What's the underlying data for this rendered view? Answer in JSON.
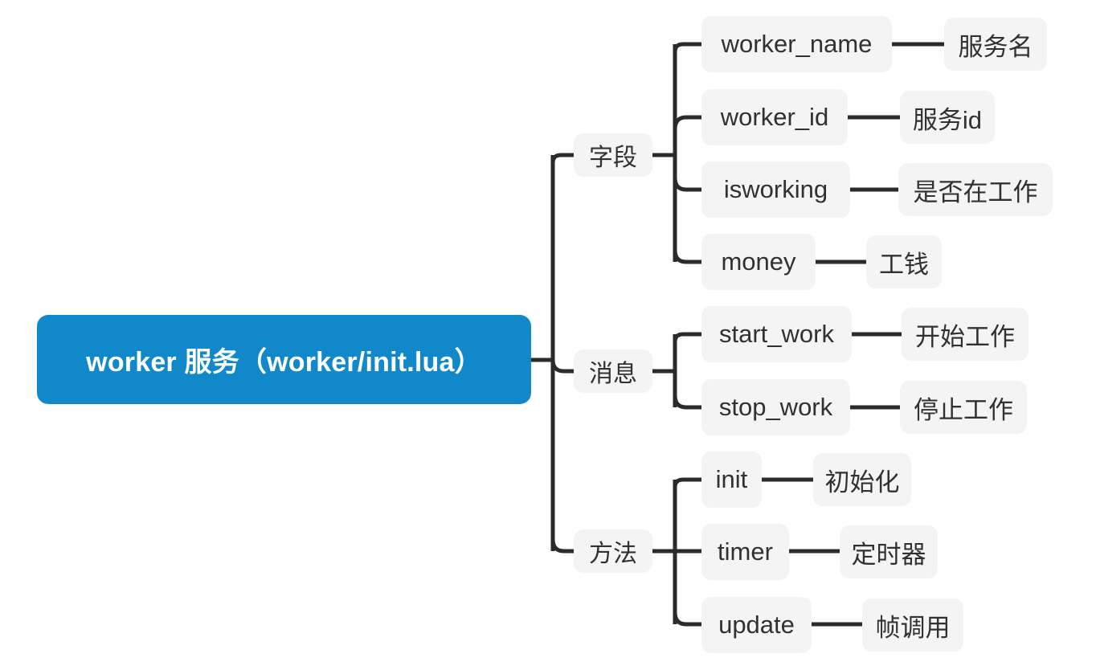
{
  "diagram": {
    "type": "mindmap",
    "title": "worker 服务（worker/init.lua）",
    "orientation": "left-to-right",
    "colors": {
      "root_fill": "#1088c9",
      "root_text": "#ffffff",
      "node_fill": "#f4f4f4",
      "node_text": "#33302f",
      "connector": "#2b2b2b",
      "background": "#ffffff"
    },
    "root": {
      "label": "worker 服务（worker/init.lua）"
    },
    "branches": [
      {
        "label": "字段",
        "children": [
          {
            "name": "worker_name",
            "desc": "服务名"
          },
          {
            "name": "worker_id",
            "desc": "服务id"
          },
          {
            "name": "isworking",
            "desc": "是否在工作"
          },
          {
            "name": "money",
            "desc": "工钱"
          }
        ]
      },
      {
        "label": "消息",
        "children": [
          {
            "name": "start_work",
            "desc": "开始工作"
          },
          {
            "name": "stop_work",
            "desc": "停止工作"
          }
        ]
      },
      {
        "label": "方法",
        "children": [
          {
            "name": "init",
            "desc": "初始化"
          },
          {
            "name": "timer",
            "desc": "定时器"
          },
          {
            "name": "update",
            "desc": "帧调用"
          }
        ]
      }
    ]
  }
}
